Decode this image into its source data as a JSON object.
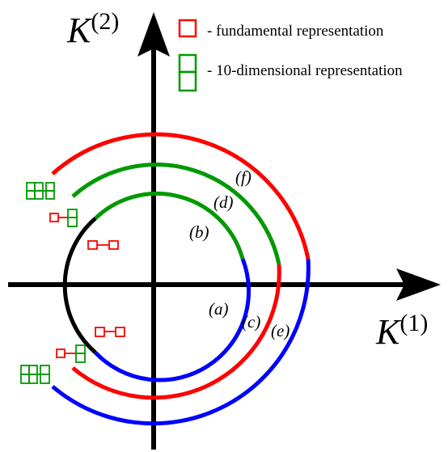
{
  "axes": {
    "y_label": "K",
    "y_sup": "(2)",
    "x_label": "K",
    "x_sup": "(1)"
  },
  "legend": {
    "fundamental": "- fundamental representation",
    "ten_dim": "- 10-dimensional representation"
  },
  "arc_labels": {
    "a": "(a)",
    "b": "(b)",
    "c": "(c)",
    "d": "(d)",
    "e": "(e)",
    "f": "(f)"
  },
  "colors": {
    "red": "#ff0000",
    "green": "#009900",
    "blue": "#0000ff",
    "black": "#000000"
  },
  "icons": [
    "young-diagram-fundamental-icon",
    "young-diagram-10-dim-icon"
  ]
}
